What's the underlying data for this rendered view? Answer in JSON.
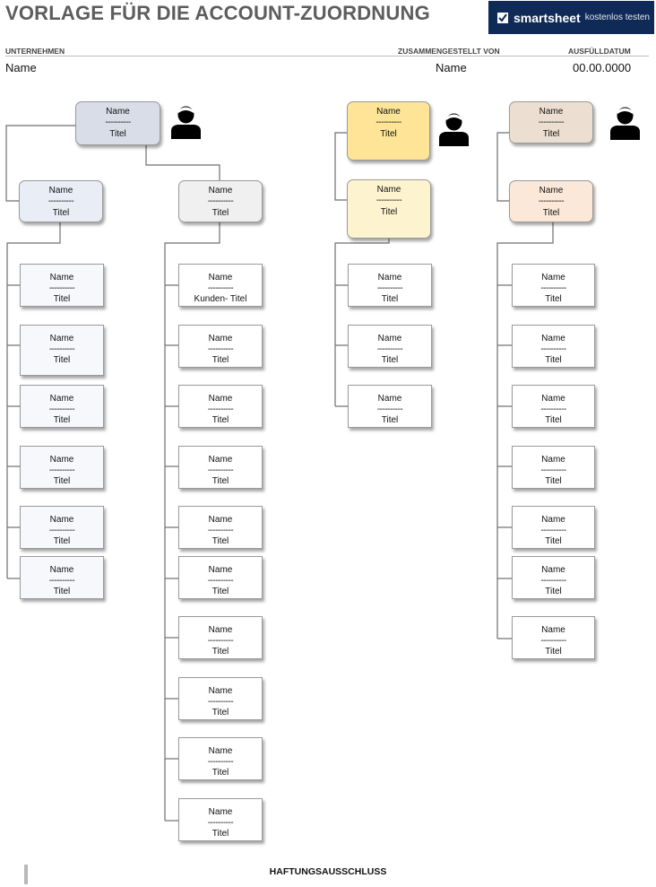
{
  "title": "VORLAGE FÜR DIE ACCOUNT-ZUORDNUNG",
  "brand": {
    "name": "smartsheet",
    "cta": "kostenlos testen",
    "background": "#0f2a57"
  },
  "header": {
    "company_label": "UNTERNEHMEN",
    "company_value": "Name",
    "compiled_by_label": "ZUSAMMENGESTELLT VON",
    "compiled_by_value": "Name",
    "date_label": "AUSFÜLLDATUM",
    "date_value": "00.00.0000"
  },
  "dashes": "----------",
  "tree": {
    "lead_blue": {
      "name": "Name",
      "title": "Titel"
    },
    "manager_blue": {
      "name": "Name",
      "title": "Titel"
    },
    "manager_grey": {
      "name": "Name",
      "title": "Titel"
    },
    "lead_yellow": {
      "name": "Name",
      "title": "Titel"
    },
    "manager_yellow": {
      "name": "Name",
      "title": "Titel"
    },
    "lead_tan": {
      "name": "Name",
      "title": "Titel"
    },
    "manager_tan": {
      "name": "Name",
      "title": "Titel"
    },
    "blue_reports": [
      {
        "name": "Name",
        "title": "Titel"
      },
      {
        "name": "Name",
        "title": "Titel"
      },
      {
        "name": "Name",
        "title": "Titel"
      },
      {
        "name": "Name",
        "title": "Titel"
      },
      {
        "name": "Name",
        "title": "Titel"
      },
      {
        "name": "Name",
        "title": "Titel"
      }
    ],
    "grey_reports": [
      {
        "name": "Name",
        "title": "Kunden- Titel"
      },
      {
        "name": "Name",
        "title": "Titel"
      },
      {
        "name": "Name",
        "title": "Titel"
      },
      {
        "name": "Name",
        "title": "Titel"
      },
      {
        "name": "Name",
        "title": "Titel"
      },
      {
        "name": "Name",
        "title": "Titel"
      },
      {
        "name": "Name",
        "title": "Titel"
      },
      {
        "name": "Name",
        "title": "Titel"
      },
      {
        "name": "Name",
        "title": "Titel"
      },
      {
        "name": "Name",
        "title": "Titel"
      }
    ],
    "yellow_reports": [
      {
        "name": "Name",
        "title": "Titel"
      },
      {
        "name": "Name",
        "title": "Titel"
      },
      {
        "name": "Name",
        "title": "Titel"
      }
    ],
    "tan_reports": [
      {
        "name": "Name",
        "title": "Titel"
      },
      {
        "name": "Name",
        "title": "Titel"
      },
      {
        "name": "Name",
        "title": "Titel"
      },
      {
        "name": "Name",
        "title": "Titel"
      },
      {
        "name": "Name",
        "title": "Titel"
      },
      {
        "name": "Name",
        "title": "Titel"
      },
      {
        "name": "Name",
        "title": "Titel"
      }
    ]
  },
  "footer": {
    "disclaimer": "HAFTUNGSAUSSCHLUSS"
  }
}
